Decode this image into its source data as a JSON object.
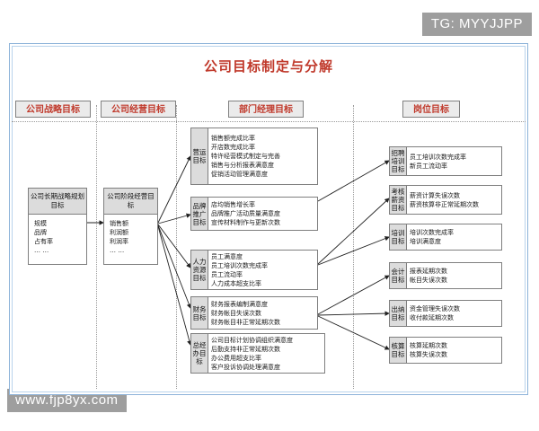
{
  "watermarks": {
    "top": "TG: MYYJJPP",
    "bottom": "www.fjp8yx.com"
  },
  "slide": {
    "title": "公司目标制定与分解",
    "title_color": "#c0392b",
    "frame_color": "#8db3d9"
  },
  "columns": [
    {
      "id": "strategy",
      "label": "公司战略目标"
    },
    {
      "id": "business",
      "label": "公司经营目标"
    },
    {
      "id": "department",
      "label": "部门经理目标"
    },
    {
      "id": "position",
      "label": "岗位目标"
    }
  ],
  "strategy_node": {
    "head": "公司长期战略规划目标",
    "items": [
      "规模",
      "品牌",
      "占有率",
      "…  …"
    ]
  },
  "business_node": {
    "head": "公司阶段经营目标",
    "items": [
      "销售额",
      "利润额",
      "利润率",
      "…  …"
    ]
  },
  "department_groups": [
    {
      "label": "营运目标",
      "items": [
        "销售额完成比率",
        "开店数完成比率",
        "特许经营模式制定与完善",
        "销售与分析报表满意度",
        "促销活动管理满意度"
      ]
    },
    {
      "label": "品牌推广目标",
      "items": [
        "店均销售增长率",
        "品牌推广活动质量满意度",
        "宣传材料制作与更新次数"
      ]
    },
    {
      "label": "人力资源目标",
      "items": [
        "员工满意度",
        "员工培训次数完成率",
        "员工流动率",
        "人力成本超支比率"
      ]
    },
    {
      "label": "财务目标",
      "items": [
        "财务报表编制满意度",
        "财务帐目失误次数",
        "财务帐目非正常延期次数"
      ]
    },
    {
      "label": "总经办目标",
      "items": [
        "公司目标计划协调组织满意度",
        "后勤支持非正常延期次数",
        "办公费用超支比率",
        "客户投诉协调处理满意度"
      ]
    }
  ],
  "position_groups": [
    {
      "label": "招聘培训目标",
      "items": [
        "员工培训次数完成率",
        "新员工流动率"
      ]
    },
    {
      "label": "考核薪资目标",
      "items": [
        "薪资计算失误次数",
        "薪资核算非正常延期次数"
      ]
    },
    {
      "label": "培训目标",
      "items": [
        "培训次数完成率",
        "培训满意度"
      ]
    },
    {
      "label": "会计目标",
      "items": [
        "报表延期次数",
        "帐目失误次数"
      ]
    },
    {
      "label": "出纳目标",
      "items": [
        "资金管理失误次数",
        "收付款延期次数"
      ]
    },
    {
      "label": "核算目标",
      "items": [
        "核算延期次数",
        "核算失误次数"
      ]
    }
  ]
}
